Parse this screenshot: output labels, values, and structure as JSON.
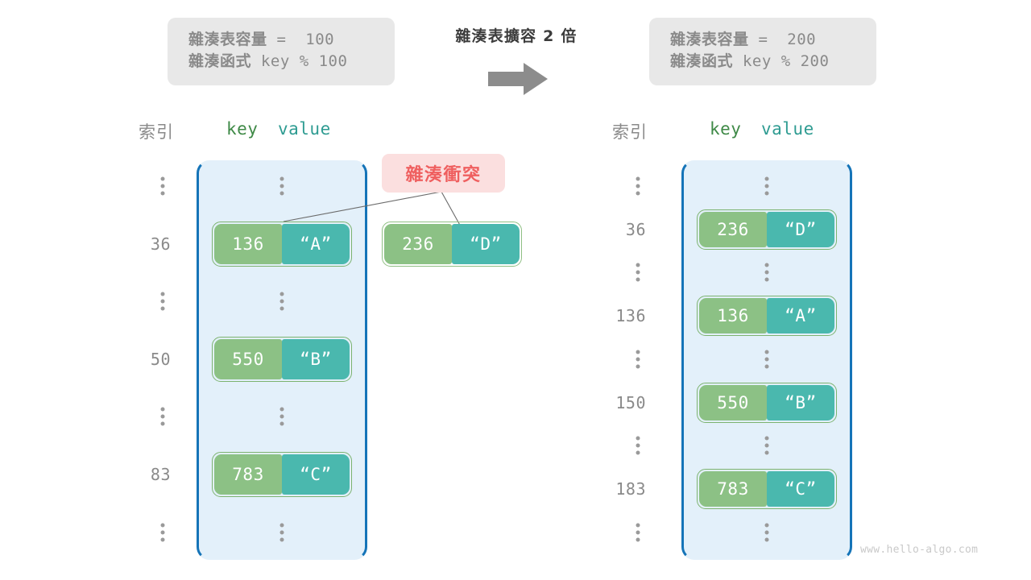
{
  "watermark": "www.hello-algo.com",
  "center": {
    "title": "雜湊表擴容 2 倍",
    "arrow_icon": "arrow-right-icon"
  },
  "left_panel": {
    "info": {
      "capacity_label": "雜湊表容量",
      "capacity_value": " =  100",
      "function_label": "雜湊函式",
      "function_value": " key % 100"
    },
    "headers": {
      "index": "索引",
      "key": "key",
      "value": "value"
    },
    "rows": [
      {
        "kind": "dots",
        "index": "⋮"
      },
      {
        "kind": "entry",
        "index": "36",
        "key": "136",
        "value": "“A”"
      },
      {
        "kind": "dots",
        "index": "⋮"
      },
      {
        "kind": "entry",
        "index": "50",
        "key": "550",
        "value": "“B”"
      },
      {
        "kind": "dots",
        "index": "⋮"
      },
      {
        "kind": "entry",
        "index": "83",
        "key": "783",
        "value": "“C”"
      },
      {
        "kind": "dots",
        "index": "⋮"
      }
    ],
    "collision": {
      "label": "雜湊衝突",
      "badge_bg": "#fbdfdf",
      "badge_color": "#ef5f5f",
      "overflow_entry": {
        "key": "236",
        "value": "“D”"
      }
    }
  },
  "right_panel": {
    "info": {
      "capacity_label": "雜湊表容量",
      "capacity_value": " =  200",
      "function_label": "雜湊函式",
      "function_value": " key % 200"
    },
    "headers": {
      "index": "索引",
      "key": "key",
      "value": "value"
    },
    "rows": [
      {
        "kind": "dots",
        "index": "⋮"
      },
      {
        "kind": "entry",
        "index": "36",
        "key": "236",
        "value": "“D”"
      },
      {
        "kind": "dots",
        "index": "⋮"
      },
      {
        "kind": "entry",
        "index": "136",
        "key": "136",
        "value": "“A”"
      },
      {
        "kind": "dots",
        "index": "⋮"
      },
      {
        "kind": "entry",
        "index": "150",
        "key": "550",
        "value": "“B”"
      },
      {
        "kind": "dots",
        "index": "⋮"
      },
      {
        "kind": "entry",
        "index": "183",
        "key": "783",
        "value": "“C”"
      },
      {
        "kind": "dots",
        "index": "⋮"
      }
    ]
  },
  "colors": {
    "key_fill": "#8cc185",
    "value_fill": "#4ab8ae",
    "frame_border": "#1574b8",
    "frame_fill": "#e3f0fa",
    "info_fill": "#e8e8e8",
    "text_gray": "#8a8a8a",
    "key_header": "#3f8a47",
    "value_header": "#2f9c92"
  }
}
